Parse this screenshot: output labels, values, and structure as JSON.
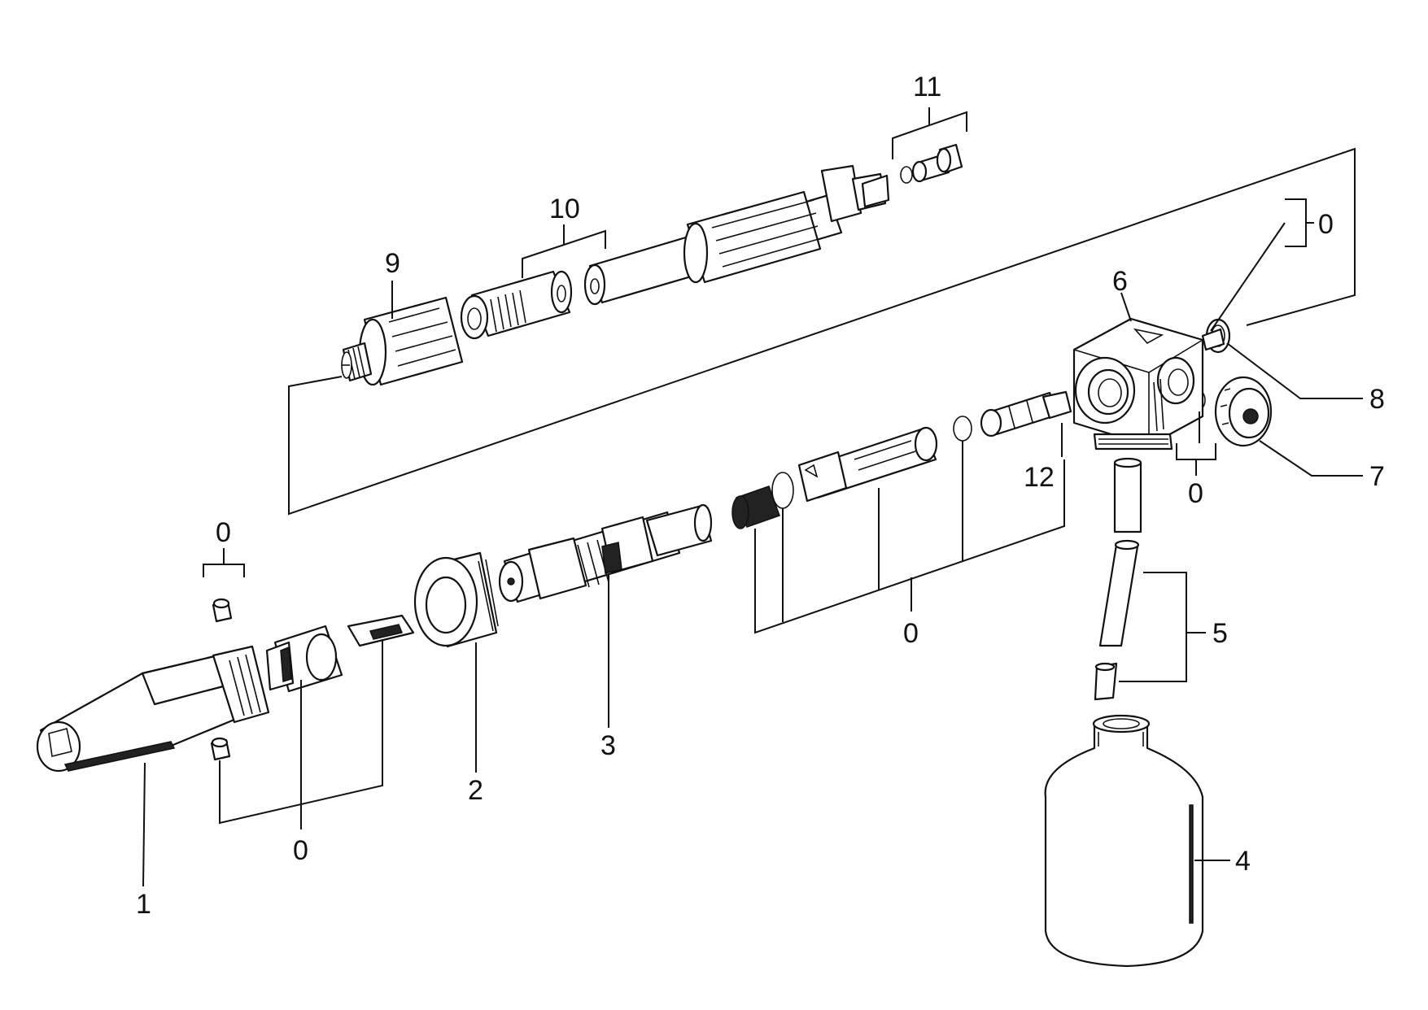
{
  "labels": {
    "part_1": "1",
    "part_2": "2",
    "part_3": "3",
    "part_4": "4",
    "part_5": "5",
    "part_6": "6",
    "part_7": "7",
    "part_8": "8",
    "part_9": "9",
    "part_10": "10",
    "part_11": "11",
    "part_12": "12",
    "kit_top_right": "0",
    "kit_cap_screw": "0",
    "kit_nozzle": "0",
    "kit_valve": "0",
    "kit_body_seal": "0"
  }
}
